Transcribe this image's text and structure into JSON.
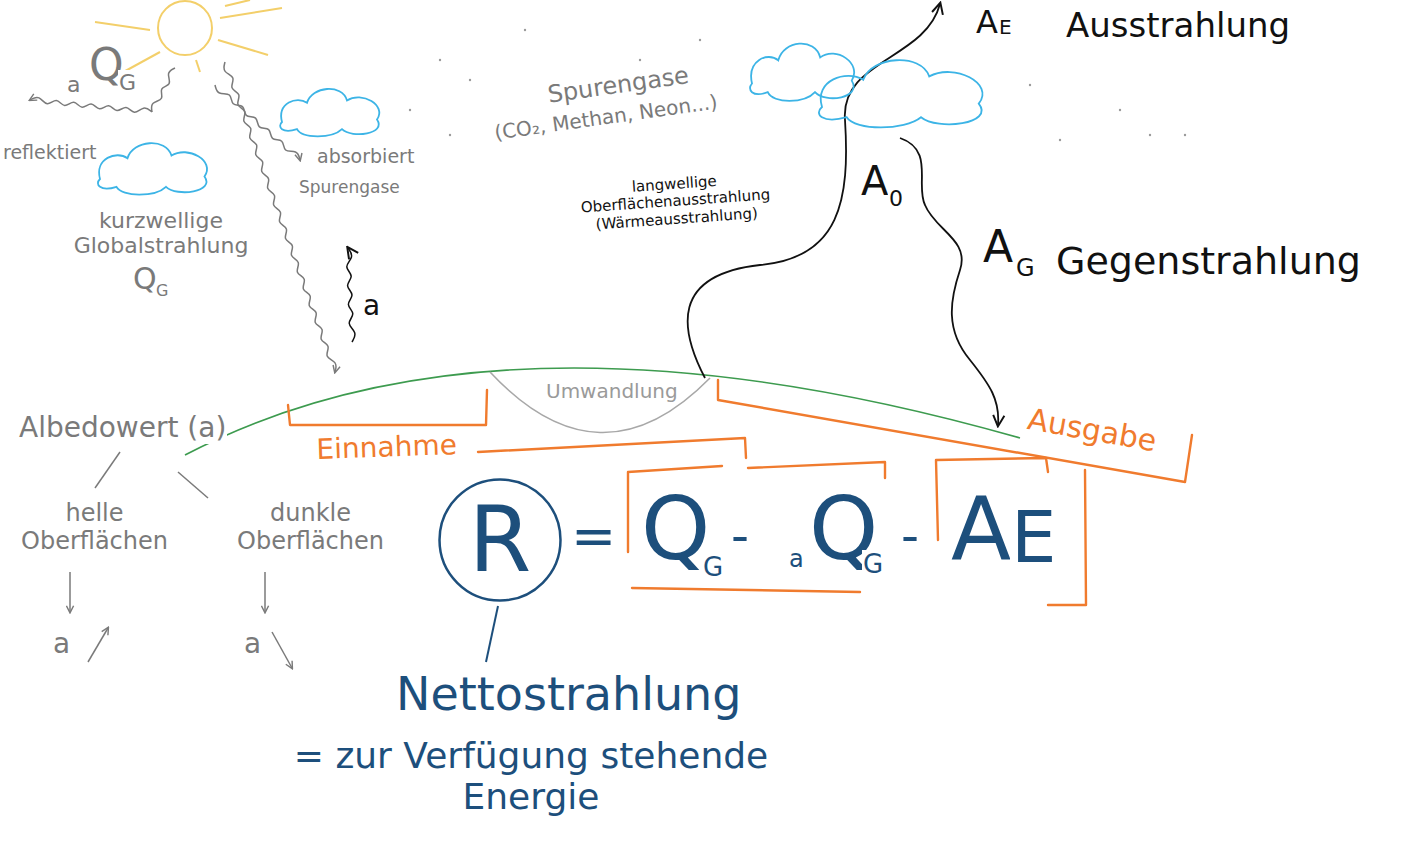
{
  "diagram": {
    "nodes": [
      {
        "text": [
          "R"
        ]
      }
    ],
    "labels": [
      "a",
      "Q",
      "G",
      "reflektiert",
      "absorbiert",
      "Spurengase",
      "kurzwellige Globalstrahlung",
      "Q",
      "G",
      "a",
      "Spurengase",
      "(CO₂, Methan, Neon...)",
      "langwellige Oberflächenausstrahlung (Wärmeausstrahlung)",
      "A",
      "E",
      "Ausstrahlung",
      "A",
      "0",
      "A",
      "G",
      "Gegenstrahlung",
      "Umwandlung",
      "Einnahme",
      "Ausgabe",
      "Albedowert (a)",
      "helle Oberflächen",
      "dunkle Oberflächen",
      "a",
      "a",
      "=",
      "Q",
      "G",
      "-",
      "a",
      "Q",
      "G",
      "-",
      "A",
      "E",
      "Nettostrahlung",
      "= zur Verfügung stehende Energie"
    ]
  }
}
